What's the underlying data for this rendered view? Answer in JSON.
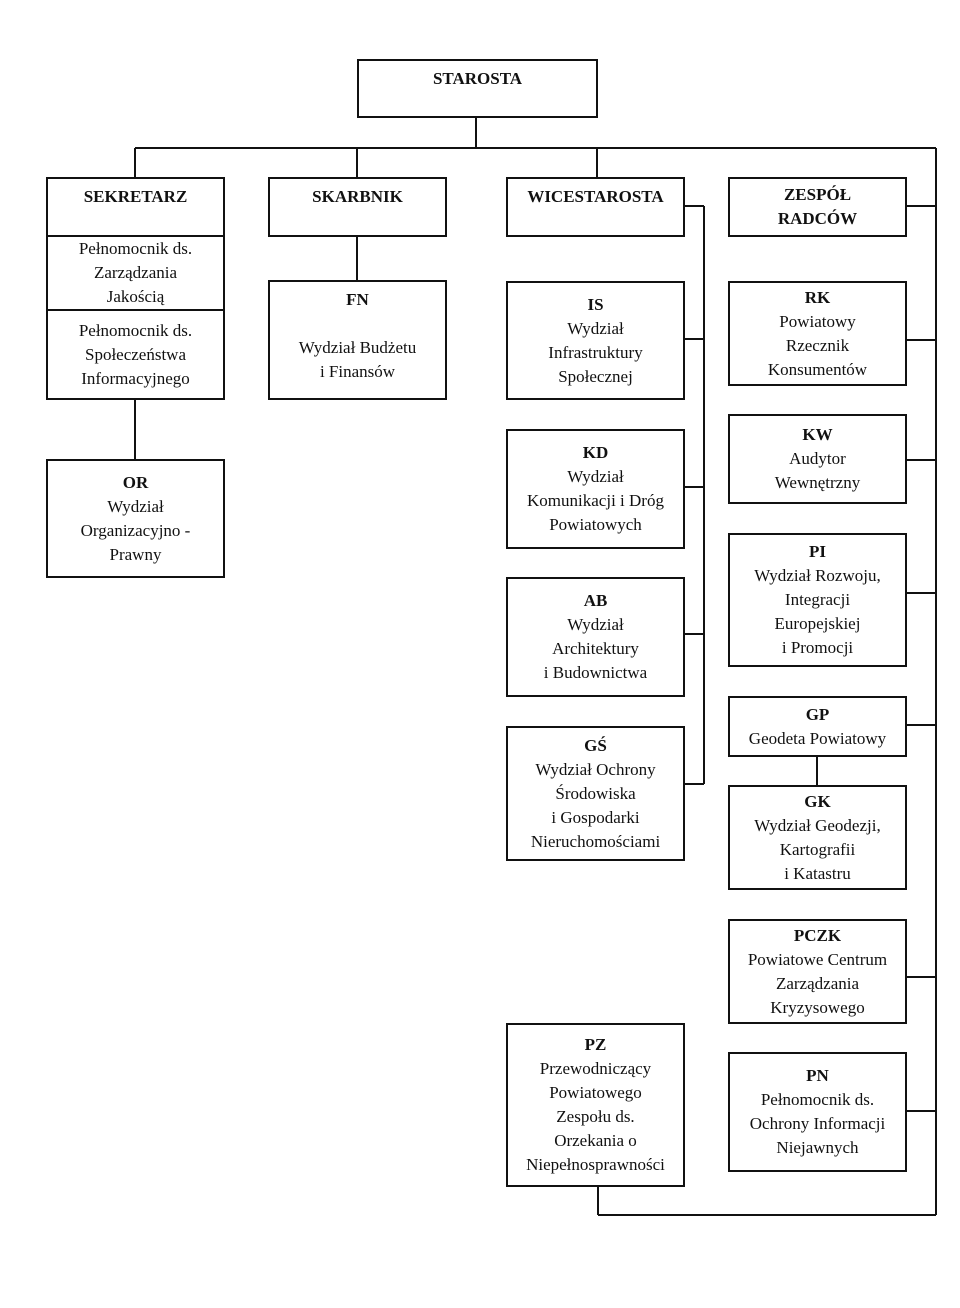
{
  "starosta": {
    "title": "STAROSTA"
  },
  "sekretarz": {
    "title": "SEKRETARZ",
    "sub1": [
      "Pełnomocnik ds.",
      "Zarządzania",
      "Jakością"
    ],
    "sub2": [
      "Pełnomocnik ds.",
      "Społeczeństwa",
      "Informacyjnego"
    ]
  },
  "or": {
    "code": "OR",
    "lines": [
      "Wydział",
      "Organizacyjno -",
      "Prawny"
    ]
  },
  "skarbnik": {
    "title": "SKARBNIK"
  },
  "fn": {
    "code": "FN",
    "lines": [
      "",
      "Wydział Budżetu",
      "i Finansów"
    ]
  },
  "wicestarosta": {
    "title": "WICESTAROSTA"
  },
  "is": {
    "code": "IS",
    "lines": [
      "Wydział",
      "Infrastruktury",
      "Społecznej"
    ]
  },
  "kd": {
    "code": "KD",
    "lines": [
      "Wydział",
      "Komunikacji i Dróg",
      "Powiatowych"
    ]
  },
  "ab": {
    "code": "AB",
    "lines": [
      "Wydział",
      "Architektury",
      "i Budownictwa"
    ]
  },
  "gs": {
    "code": "GŚ",
    "lines": [
      "Wydział Ochrony",
      "Środowiska",
      "i Gospodarki",
      "Nieruchomościami"
    ]
  },
  "pz": {
    "code": "PZ",
    "lines": [
      "Przewodniczący",
      "Powiatowego",
      "Zespołu ds.",
      "Orzekania o",
      "Niepełnosprawności"
    ]
  },
  "zespol": {
    "title": [
      "ZESPÓŁ",
      "RADCÓW"
    ]
  },
  "rk": {
    "code": "RK",
    "lines": [
      "Powiatowy",
      "Rzecznik",
      "Konsumentów"
    ]
  },
  "kw": {
    "code": "KW",
    "lines": [
      "Audytor",
      "Wewnętrzny"
    ]
  },
  "pi": {
    "code": "PI",
    "lines": [
      "Wydział Rozwoju,",
      "Integracji",
      "Europejskiej",
      "i Promocji"
    ]
  },
  "gp": {
    "code": "GP",
    "lines": [
      "Geodeta Powiatowy"
    ]
  },
  "gk": {
    "code": "GK",
    "lines": [
      "Wydział Geodezji,",
      "Kartografii",
      "i Katastru"
    ]
  },
  "pczk": {
    "code": "PCZK",
    "lines": [
      "Powiatowe Centrum",
      "Zarządzania",
      "Kryzysowego"
    ]
  },
  "pn": {
    "code": "PN",
    "lines": [
      "Pełnomocnik ds.",
      "Ochrony Informacji",
      "Niejawnych"
    ]
  }
}
